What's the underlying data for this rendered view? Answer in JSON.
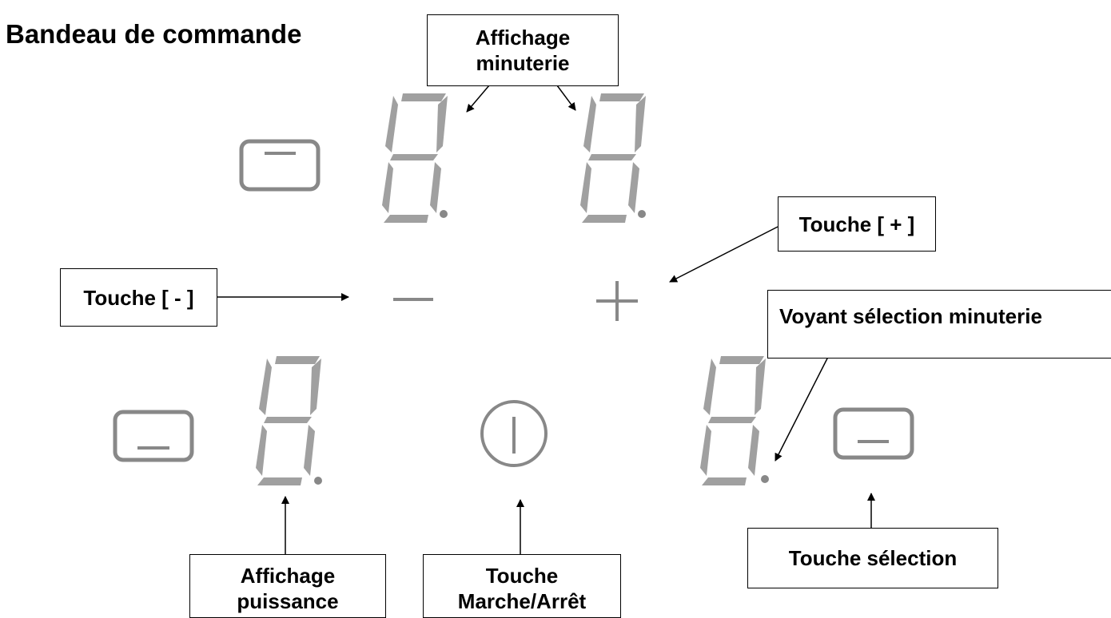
{
  "title": "Bandeau de commande",
  "labels": {
    "affichage_minuterie": [
      "Affichage",
      "minuterie"
    ],
    "touche_plus": "Touche [ + ]",
    "touche_moins": "Touche [ - ]",
    "voyant_selection_minuterie": "Voyant sélection minuterie",
    "affichage_puissance": [
      "Affichage",
      "puissance"
    ],
    "touche_marche_arret": [
      "Touche",
      "Marche/Arrêt"
    ],
    "touche_selection": "Touche sélection"
  },
  "colors": {
    "panel_gray": "#888888",
    "segment_gray": "#a0a0a0",
    "line": "#000000"
  }
}
